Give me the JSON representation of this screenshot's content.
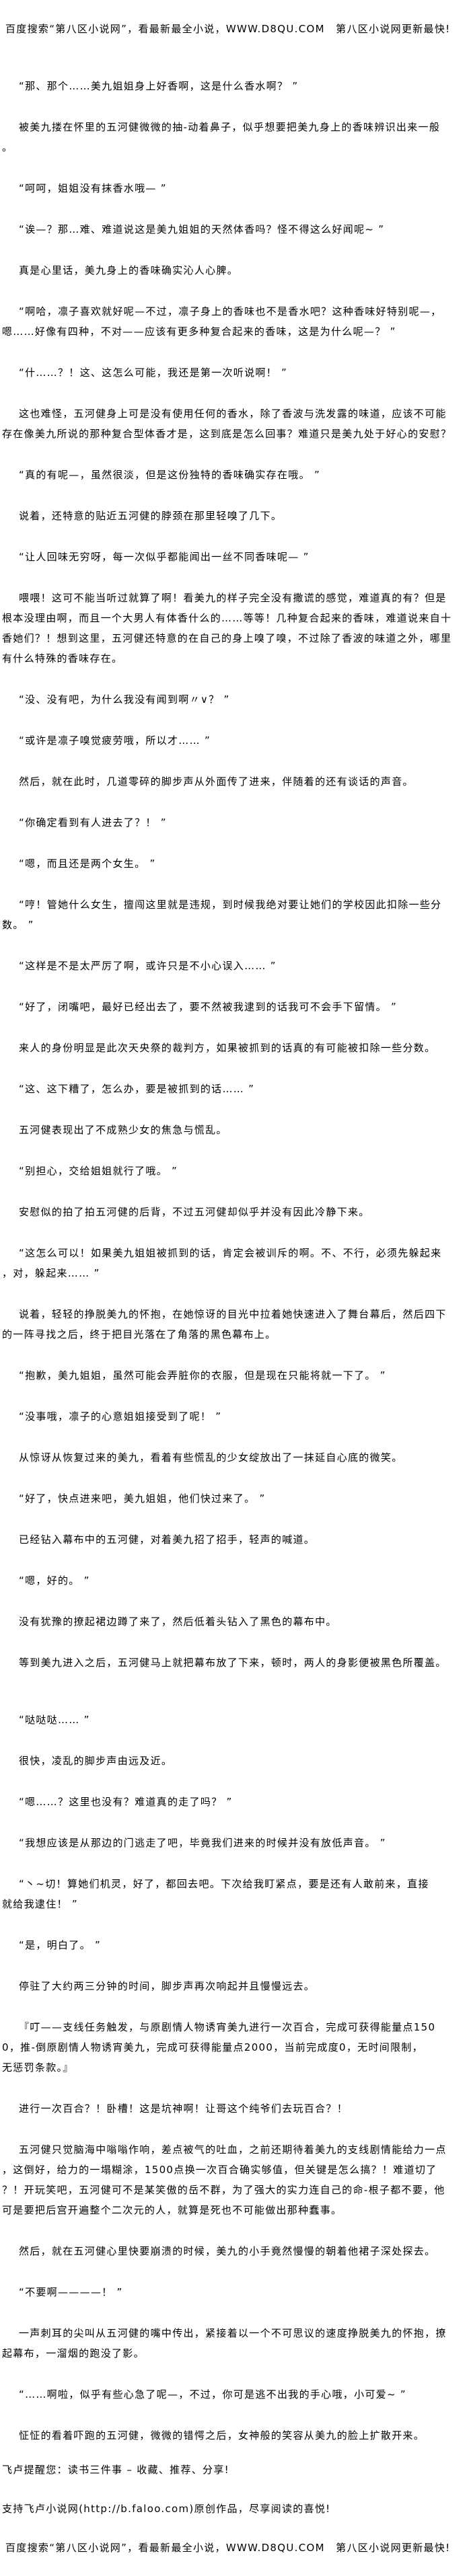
{
  "header": {
    "banner": "百度搜索“第八区小说网”，看最新最全小说，WWW.D8QU.COM　第八区小说网更新最快!"
  },
  "paragraphs": [
    [
      "“那、那个……美九姐姐身上好香啊，这是什么香水啊？ ”"
    ],
    [
      "被美九搂在怀里的五河健微微的抽-动着鼻子，似乎想要把美九身上的香味辨识出来一般",
      "。"
    ],
    [
      "“呵呵，姐姐没有抹香水哦— ”"
    ],
    [
      "“诶—？那…难、难道说这是美九姐姐的天然体香吗？怪不得这么好闻呢~ ”"
    ],
    [
      "真是心里话，美九身上的香味确实沁人心脾。"
    ],
    [
      "“啊哈，凛子喜欢就好呢—不过，凛子身上的香味也不是香水吧？这种香味好特别呢—，",
      "嗯……好像有四种，不对——应该有更多种复合起来的香味，这是为什么呢—？ ”"
    ],
    [
      "“什……？！这、这怎么可能，我还是第一次听说啊！ ”"
    ],
    [
      "这也难怪，五河健身上可是没有使用任何的香水，除了香波与洗发露的味道，应该不可能",
      "存在像美九所说的那种复合型体香才是，这到底是怎么回事？难道只是美九处于好心的安慰？"
    ],
    [
      "“真的有呢—，虽然很淡，但是这份独特的香味确实存在哦。 ”"
    ],
    [
      "说着，还特意的贴近五河健的脖颈在那里轻嗅了几下。"
    ],
    [
      "“让人回味无穷呀，每一次似乎都能闻出一丝不同香味呢— ”"
    ],
    [
      "喂喂！这可不能当听过就算了啊！看美九的样子完全没有撒谎的感觉，难道真的有？但是",
      "根本没理由啊，而且一个大男人有体香什么的……等等！几种复合起来的香味，难道说来自十",
      "香她们？！想到这里，五河健还特意的在自己的身上嗅了嗅，不过除了香波的味道之外，哪里",
      "有什么特殊的香味存在。"
    ],
    [
      "“没、没有吧，为什么我没有闻到啊〃∨？ ”"
    ],
    [
      "“或许是凛子嗅觉疲劳哦，所以才…… ”"
    ],
    [
      "然后，就在此时，几道零碎的脚步声从外面传了进来，伴随着的还有谈话的声音。"
    ],
    [
      "“你确定看到有人进去了？！ ”"
    ],
    [
      "“嗯，而且还是两个女生。 ”"
    ],
    [
      "“哼！管她什么女生，擅闯这里就是违规，到时候我绝对要让她们的学校因此扣除一些分",
      "数。 ”"
    ],
    [
      "“这样是不是太严厉了啊，或许只是不小心误入…… ”"
    ],
    [
      "“好了，闭嘴吧，最好已经出去了，要不然被我逮到的话我可不会手下留情。 ”"
    ],
    [
      "来人的身份明显是此次天央祭的裁判方，如果被抓到的话真的有可能被扣除一些分数。"
    ],
    [
      "“这、这下糟了，怎么办，要是被抓到的话…… ”"
    ],
    [
      "五河健表现出了不成熟少女的焦急与慌乱。"
    ],
    [
      "“别担心，交给姐姐就行了哦。 ”"
    ],
    [
      "安慰似的拍了拍五河健的后背，不过五河健却似乎并没有因此冷静下来。"
    ],
    [
      "“这怎么可以！如果美九姐姐被抓到的话，肯定会被训斥的啊。不、不行，必须先躲起来",
      "，对，躲起来…… ”"
    ],
    [
      "说着，轻轻的挣脱美九的怀抱，在她惊讶的目光中拉着她快速进入了舞台幕后，然后四下",
      "的一阵寻找之后，终于把目光落在了角落的黑色幕布上。"
    ],
    [
      "“抱歉，美九姐姐，虽然可能会弄脏你的衣服，但是现在只能将就一下了。 ”"
    ],
    [
      "“没事哦，凛子的心意姐姐接受到了呢！ ”"
    ],
    [
      "从惊讶从恢复过来的美九，看着有些慌乱的少女绽放出了一抹延自心底的微笑。"
    ],
    [
      "“好了，快点进来吧，美九姐姐，他们快过来了。 ”"
    ],
    [
      "已经钻入幕布中的五河健，对着美九招了招手，轻声的喊道。"
    ],
    [
      "“嗯，好的。 ”"
    ],
    [
      "没有犹豫的撩起裙边蹲了来了，然后低着头钻入了黑色的幕布中。"
    ],
    [
      "等到美九进入之后，五河健马上就把幕布放了下来，顿时，两人的身影便被黑色所覆盖。"
    ],
    [
      "“哒哒哒…… ”"
    ],
    [
      "很快，凌乱的脚步声由远及近。"
    ],
    [
      "“嗯……？这里也没有？难道真的走了吗？ ”"
    ],
    [
      "“我想应该是从那边的门逃走了吧，毕竟我们进来的时候并没有放低声音。 ”"
    ],
    [
      "“丶~切！算她们机灵，好了，都回去吧。下次给我盯紧点，要是还有人敢前来，直接",
      "就给我逮住！ ”"
    ],
    [
      "“是，明白了。 ”"
    ],
    [
      "停驻了大约两三分钟的时间，脚步声再次响起并且慢慢远去。"
    ],
    [
      "『叮——支线任务触发，与原剧情人物诱宵美九进行一次百合，完成可获得能量点150",
      "0，推-倒原剧情人物诱宵美九，完成可获得能量点2000，当前完成度0，无时间限制，",
      "无惩罚条款。』"
    ],
    [
      "进行一次百合？！卧槽！这是坑神啊！让哥这个纯爷们去玩百合？！"
    ],
    [
      "五河健只觉脑海中嗡嗡作响，差点被气的吐血，之前还期待着美九的支线剧情能给力一点",
      "，这倒好，给力的一塌糊涂，1500点换一次百合确实够值，但关键是怎么搞？！难道切了",
      "？！开玩笑吧，五河健可不是某笑傲的岳不群，为了强大的实力连自己的命-根子都不要，他",
      "可是要把后宫开遍整个二次元的人，就算是死也不可能做出那种蠢事。"
    ],
    [
      "然后，就在五河健心里快要崩溃的时候，美九的小手竟然慢慢的朝着他裙子深处探去。"
    ],
    [
      "“不要啊————！ ”"
    ],
    [
      "一声刺耳的尖叫从五河健的嘴中传出，紧接着以一个不可思议的速度挣脱美九的怀抱，撩",
      "起幕布，一溜烟的跑没了影。"
    ],
    [
      "“……啊啦，似乎有些心急了呢—，不过，你可是逃不出我的手心哦，小可爱~ ”"
    ],
    [
      "怔怔的看着吓跑的五河健，微微的错愕之后，女神般的笑容从美九的脸上扩散开来。"
    ]
  ],
  "footer": {
    "reminder": "飞卢提醒您：读书三件事 – 收藏、推荐、分享!",
    "support": "支持飞卢小说网(http://b.faloo.com)原创作品，尽享阅读的喜悦!",
    "banner": "百度搜索“第八区小说网”，看最新最全小说，WWW.D8QU.COM　第八区小说网更新最快!"
  }
}
